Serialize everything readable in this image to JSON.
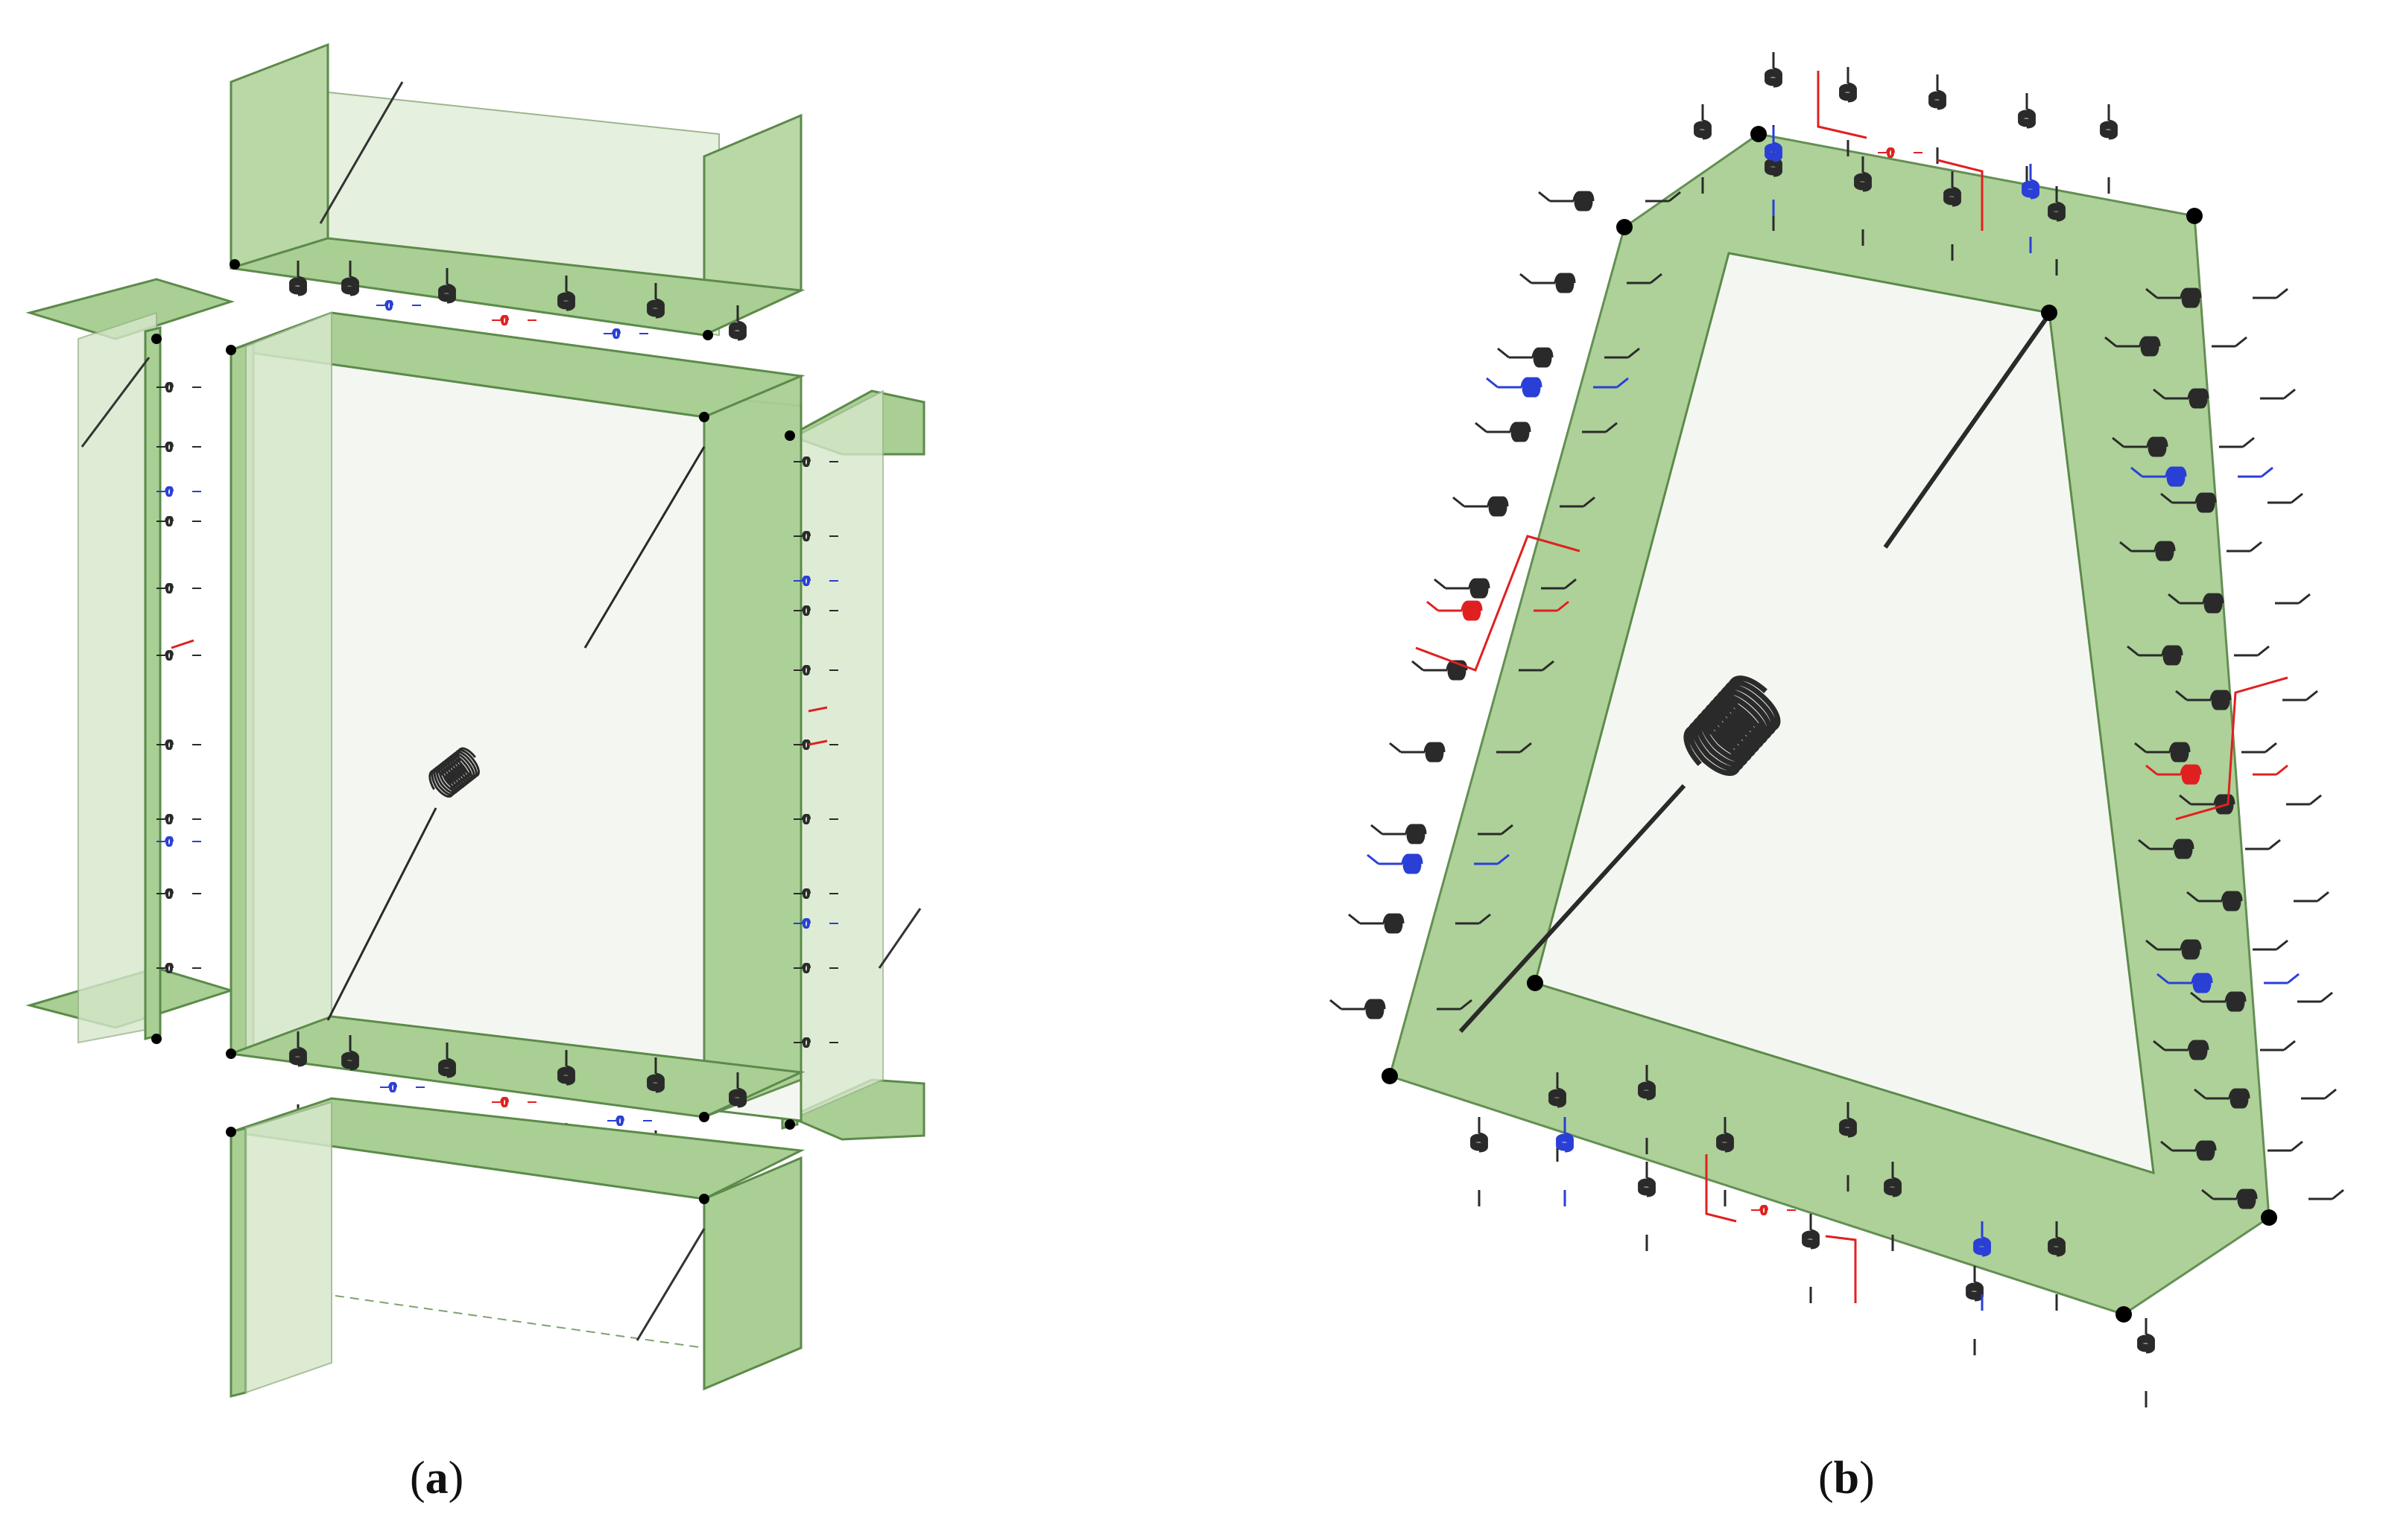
{
  "figure": {
    "panels": [
      {
        "id": "a",
        "open": "(",
        "letter": "a",
        "close": ")"
      },
      {
        "id": "b",
        "open": "(",
        "letter": "b",
        "close": ")"
      }
    ]
  },
  "colors": {
    "panel_fill": "#a9cf94",
    "panel_fill_light": "#d6e8cb",
    "panel_edge": "#5c8a4a",
    "infill": "#f4f7f1",
    "spring_black": "#2a2a2a",
    "spring_blue": "#2a3fd6",
    "spring_red": "#e02020",
    "node": "#000000"
  }
}
